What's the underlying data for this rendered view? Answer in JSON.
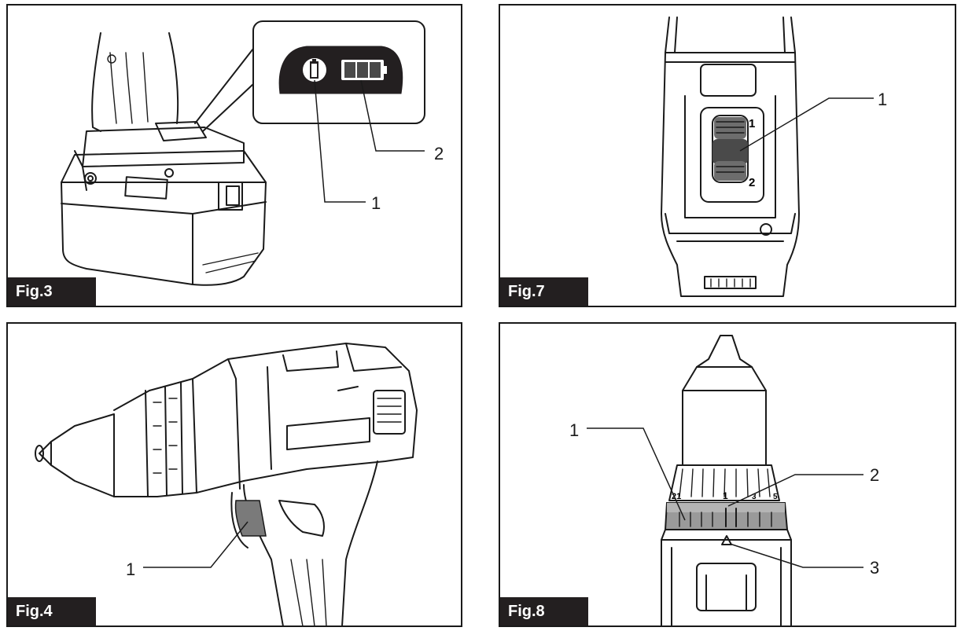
{
  "figures": [
    {
      "id": "fig3",
      "label": "Fig.3",
      "callouts": [
        "1",
        "2"
      ]
    },
    {
      "id": "fig7",
      "label": "Fig.7",
      "callouts": [
        "1"
      ],
      "switch_marks": [
        "1",
        "2"
      ]
    },
    {
      "id": "fig4",
      "label": "Fig.4",
      "callouts": [
        "1"
      ]
    },
    {
      "id": "fig8",
      "label": "Fig.8",
      "callouts": [
        "1",
        "2",
        "3"
      ],
      "ring_marks": [
        "21",
        "1",
        "3",
        "5"
      ]
    }
  ]
}
